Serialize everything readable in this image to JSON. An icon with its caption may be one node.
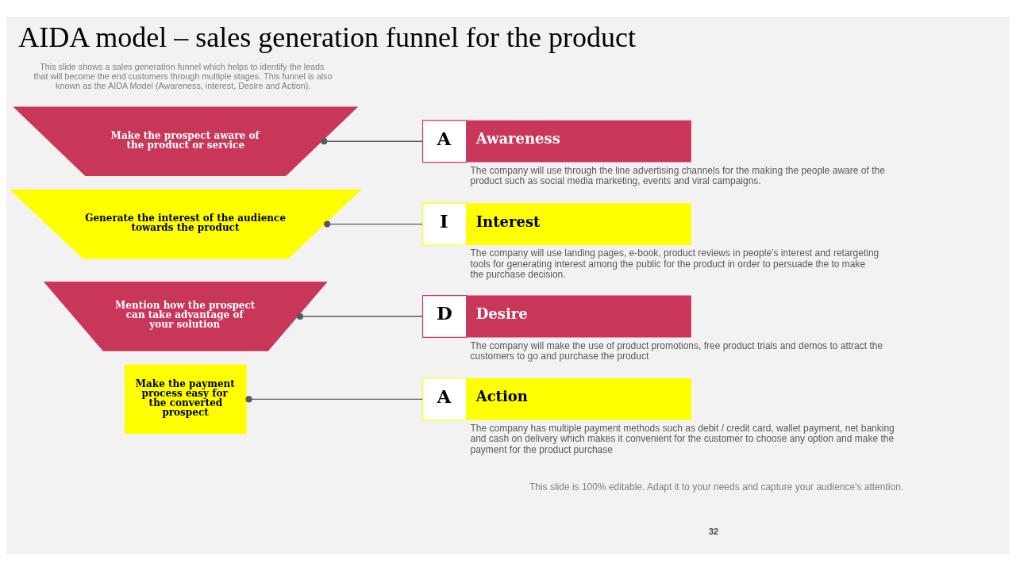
{
  "diagram": {
    "title": "AIDA model – sales generation funnel for the product",
    "nodes": [
      {
        "text": [
          "Make the prospect aware of the product or service"
        ]
      },
      {
        "text": [
          "Generate the interest of the audience towards the product"
        ]
      },
      {
        "text": [
          "Mention how the prospect can take advantage of your solution"
        ]
      },
      {
        "text": [
          "Make the payment process easy for the converted prospect"
        ]
      },
      {
        "text": [
          "A",
          "Awareness"
        ],
        "beside": [
          "The company will use through the line advertising channels for the making the people aware of the product such as social media marketing, events and viral campaigns."
        ]
      },
      {
        "text": [
          "I",
          "Interest"
        ],
        "beside": [
          "The company will use landing pages, e-book, product reviews in people’s interest and retargeting tools for generating interest among the public for the product in order to persuade the to make the purchase decision."
        ]
      },
      {
        "text": [
          "D",
          "Desire"
        ],
        "beside": [
          "The company will make the use of product promotions, free product trials and demos to attract the customers to go and purchase the product"
        ]
      },
      {
        "text": [
          "A",
          "Action"
        ],
        "beside": [
          "The company has multiple payment methods such as debit / credit card, wallet payment, net banking and cash on delivery which makes it convenient for the customer to choose any option and make the payment for the product purchase"
        ]
      }
    ],
    "edges": [
      {
        "from": 0,
        "to": 4,
        "arrow": "other"
      },
      {
        "from": 1,
        "to": 5,
        "arrow": "other"
      },
      {
        "from": 2,
        "to": 6,
        "arrow": "other"
      },
      {
        "from": 3,
        "to": 7,
        "arrow": "other"
      }
    ],
    "labels": [
      "This slide shows a sales generation funnel which helps to identify the leads that will become the end customers through multiple stages. This funnel is also known as the AIDA Model (Awareness, interest, Desire and Action).",
      "This slide is 100% editable. Adapt it to your needs and capture your audience's attention.",
      "32"
    ]
  }
}
